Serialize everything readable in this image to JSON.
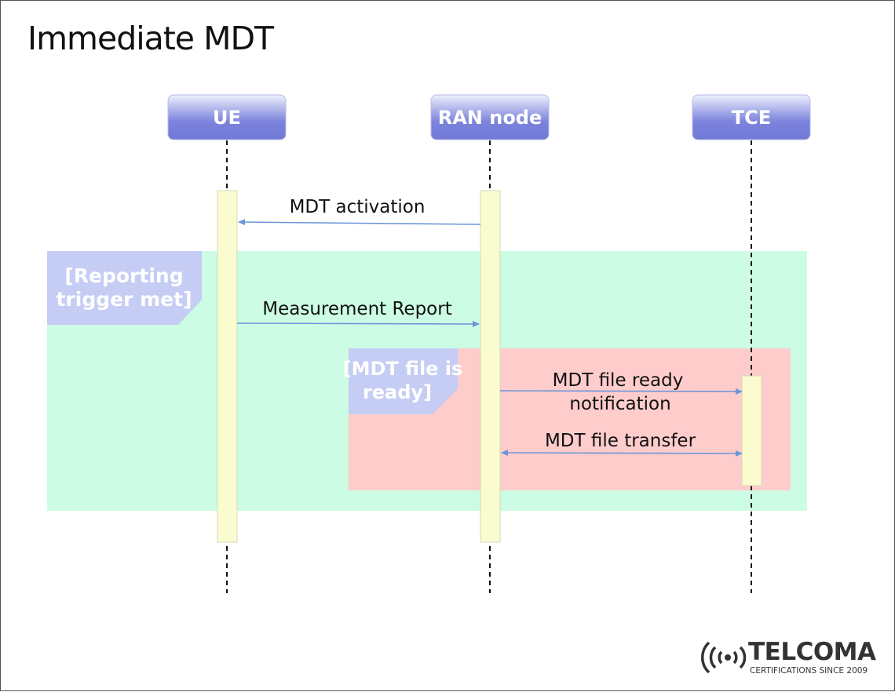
{
  "title": "Immediate MDT",
  "participants": [
    {
      "label": "UE"
    },
    {
      "label": "RAN node"
    },
    {
      "label": "TCE"
    }
  ],
  "fragments": [
    {
      "guard_line1": "[Reporting",
      "guard_line2": "trigger met]",
      "color": "#ccfce4"
    },
    {
      "guard_line1": "[MDT file is",
      "guard_line2": "ready]",
      "color": "#ffcccc"
    }
  ],
  "messages": [
    {
      "line1": "MDT activation",
      "from": "RAN node",
      "to": "UE"
    },
    {
      "line1": "Measurement Report",
      "from": "UE",
      "to": "RAN node"
    },
    {
      "line1": "MDT file ready",
      "line2": "notification",
      "from": "RAN node",
      "to": "TCE"
    },
    {
      "line1": "MDT file transfer",
      "from": "RAN node",
      "to": "TCE",
      "bidirectional": true
    }
  ],
  "colors": {
    "participant_box": "#7b83dc",
    "activation_bar": "#fafcd0",
    "arrow": "#6b96d8",
    "guard_note": "#c6cdf5"
  },
  "logo": {
    "name": "TELCOMA",
    "tagline": "CERTIFICATIONS SINCE 2009"
  }
}
